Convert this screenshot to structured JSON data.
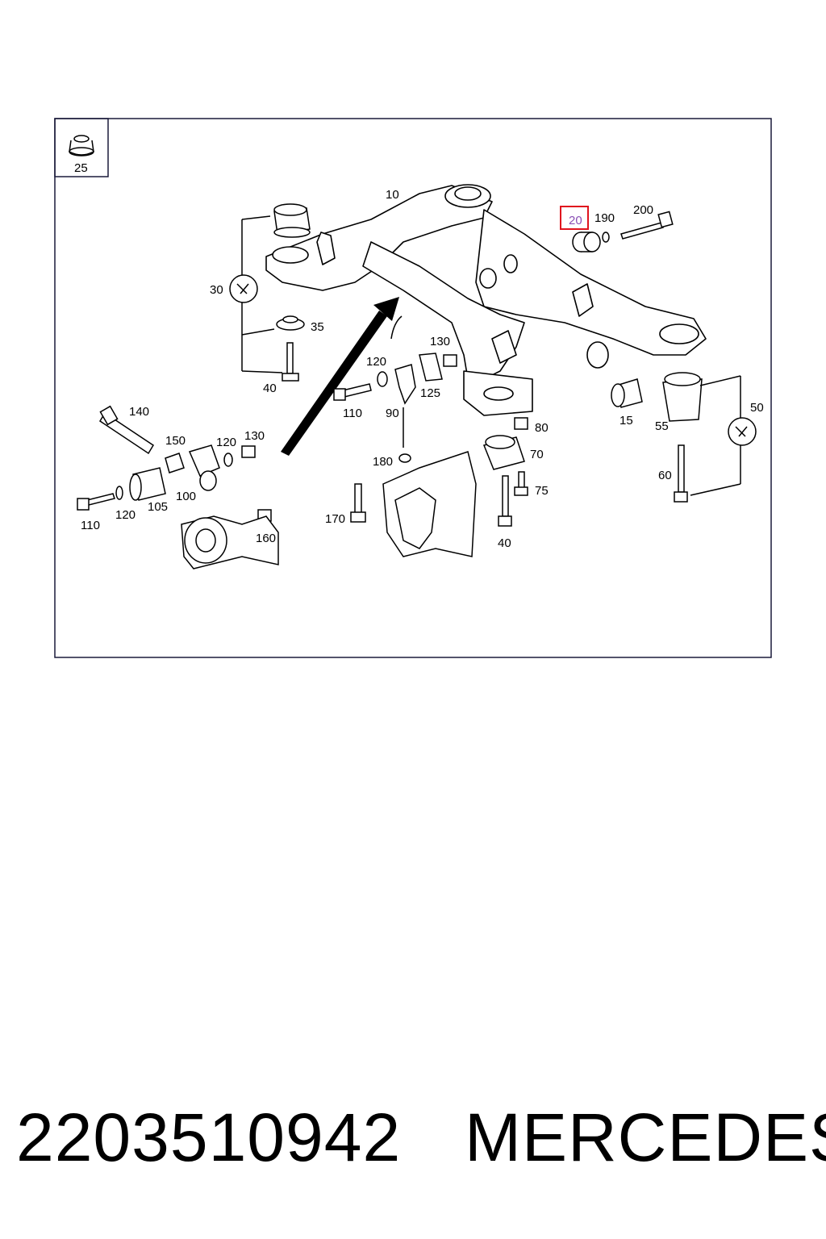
{
  "diagram": {
    "inset_label": "25",
    "highlighted_label": "20",
    "callouts": [
      "10",
      "190",
      "200",
      "30",
      "35",
      "40",
      "130",
      "120",
      "125",
      "110",
      "90",
      "140",
      "150",
      "120",
      "130",
      "100",
      "105",
      "110",
      "120",
      "160",
      "180",
      "170",
      "80",
      "70",
      "75",
      "40",
      "15",
      "55",
      "50",
      "60"
    ]
  },
  "footer": {
    "part_number": "2203510942",
    "brand": "MERCEDES"
  }
}
